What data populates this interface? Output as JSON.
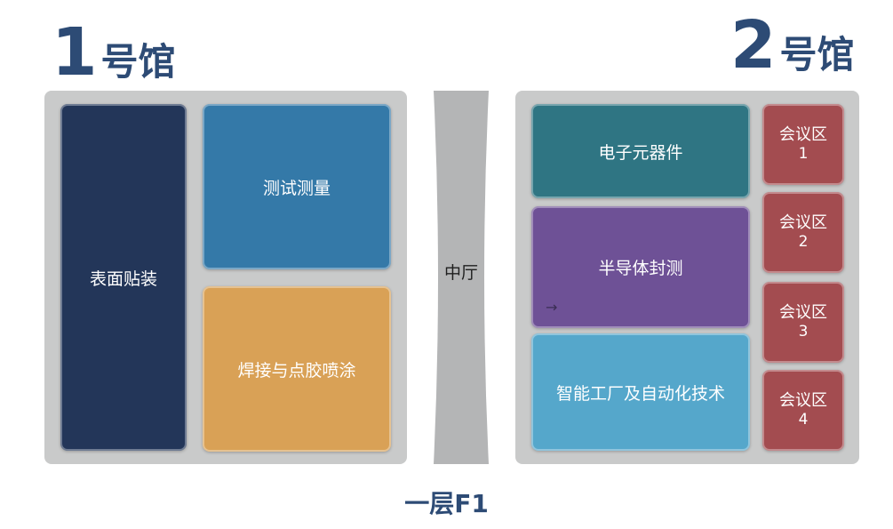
{
  "hall1": {
    "number": "1",
    "label": "号馆"
  },
  "hall2": {
    "number": "2",
    "label": "号馆"
  },
  "booths1": {
    "smt": "表面贴装",
    "test": "测试测量",
    "weld": "焊接与点胶喷涂"
  },
  "booths2": {
    "electronics": "电子元器件",
    "semiconductor": "半导体封测",
    "smart": "智能工厂及自动化技术"
  },
  "meetings": [
    {
      "label": "会议区",
      "num": "1"
    },
    {
      "label": "会议区",
      "num": "2"
    },
    {
      "label": "会议区",
      "num": "3"
    },
    {
      "label": "会议区",
      "num": "4"
    }
  ],
  "center_hall": "中厅",
  "floor": "一层F1",
  "arrow_glyph": "→",
  "colors": {
    "title": "#2d4b75",
    "smt": "#233659",
    "test": "#3479a8",
    "weld": "#d9a156",
    "electronics": "#2f7583",
    "semiconductor": "#6e5196",
    "smart": "#55a7cb",
    "meeting": "#a34c50",
    "panel": "#c9caca"
  }
}
